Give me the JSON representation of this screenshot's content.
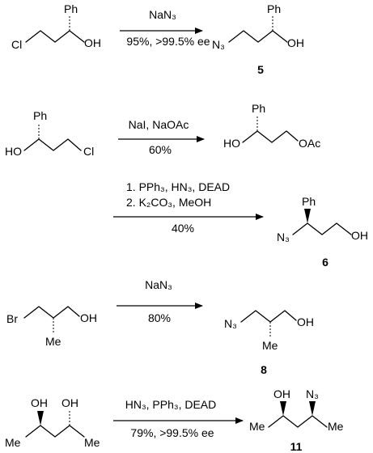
{
  "reactions": [
    {
      "reactant_labels": {
        "cl": "Cl",
        "ph": "Ph",
        "oh": "OH"
      },
      "reagent_lines": [
        "NaN₃"
      ],
      "yield_text": "95%, >99.5% ee",
      "product_labels": {
        "n3": "N₃",
        "ph": "Ph",
        "oh": "OH"
      },
      "compound_number": "5"
    },
    {
      "reactant_labels": {
        "ho": "HO",
        "ph": "Ph",
        "cl": "Cl"
      },
      "reagent_lines": [
        "NaI, NaOAc"
      ],
      "yield_text": "60%",
      "product_labels": {
        "ho": "HO",
        "ph": "Ph",
        "oac": "OAc"
      }
    },
    {
      "reagent_lines": [
        "1.  PPh₃, HN₃, DEAD",
        "2.  K₂CO₃, MeOH"
      ],
      "yield_text": "40%",
      "product_labels": {
        "n3": "N₃",
        "ph": "Ph",
        "oh": "OH"
      },
      "compound_number": "6"
    },
    {
      "reactant_labels": {
        "br": "Br",
        "oh": "OH",
        "me": "Me"
      },
      "reagent_lines": [
        "NaN₃"
      ],
      "yield_text": "80%",
      "product_labels": {
        "n3": "N₃",
        "oh": "OH",
        "me": "Me"
      },
      "compound_number": "8"
    },
    {
      "reactant_labels": {
        "oh1": "OH",
        "oh2": "OH",
        "me1": "Me",
        "me2": "Me"
      },
      "reagent_lines": [
        "HN₃, PPh₃, DEAD"
      ],
      "yield_text": "79%, >99.5% ee",
      "product_labels": {
        "oh": "OH",
        "n3": "N₃",
        "me1": "Me",
        "me2": "Me"
      },
      "compound_number": "11"
    }
  ]
}
